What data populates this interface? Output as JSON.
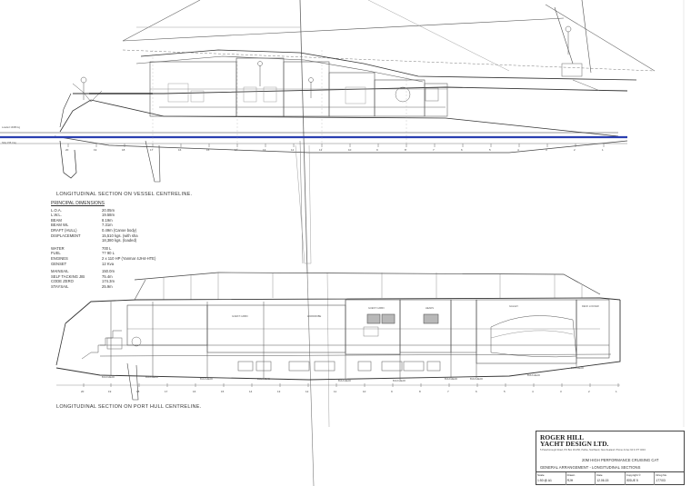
{
  "waterlines": {
    "loaded": "Loaded 19380 kg",
    "ship": "Ship 155.3 kg"
  },
  "sections": {
    "centreline_title": "LONGITUDINAL SECTION ON VESSEL CENTRELINE.",
    "port_hull_title": "LONGITUDINAL SECTION ON PORT HULL CENTRELINE."
  },
  "dimensions": {
    "heading": "PRINCIPAL DIMENSIONS",
    "rows": [
      {
        "key": "L.O.A.",
        "value": "20.05m"
      },
      {
        "key": "L.W.L.",
        "value": "19.58m"
      },
      {
        "key": "BEAM",
        "value": "8.19m"
      },
      {
        "key": "BEAM WL",
        "value": "7.31m"
      },
      {
        "key": "DRAFT (HULL)",
        "value": "0.49m (Canoe body)"
      },
      {
        "key": "DISPLACEMENT",
        "value": "15,510 kgs. (with sha"
      },
      {
        "key": "",
        "value": "18,380 kgs. (loaded)"
      },
      {
        "key": "WATER",
        "value": "700 L"
      },
      {
        "key": "FUEL",
        "value": "?? 90 L"
      },
      {
        "key": "ENGINES",
        "value": "2 x 110 HP (Yanmar 4JH4-HTE)"
      },
      {
        "key": "GENSET",
        "value": "12 Kva"
      },
      {
        "key": "MAINSAIL",
        "value": "150.0m"
      },
      {
        "key": "SELF TACKING JIB",
        "value": "75.4m"
      },
      {
        "key": "CODE ZERO",
        "value": "174.3m"
      },
      {
        "key": "STAYSAIL",
        "value": "25.9m"
      }
    ]
  },
  "room_labels": {
    "guest_cabin_fwd": "GUEST CABIN",
    "guest_cabin_mid": "GUEST CABIN",
    "heads": "HEADS",
    "wardrobe": "WARDROBE",
    "galley": "GALLEY",
    "deck_lazarette": "DECK LOCKER"
  },
  "stations_top": [
    "1",
    "2",
    "3",
    "4",
    "5",
    "6",
    "7",
    "8",
    "9",
    "10",
    "11",
    "12",
    "13",
    "14",
    "15",
    "16",
    "17",
    "18",
    "19",
    "20"
  ],
  "stations_bottom": [
    "1",
    "2",
    "3",
    "4",
    "5",
    "6",
    "7",
    "8",
    "9",
    "10",
    "11",
    "12",
    "13",
    "14",
    "15",
    "16",
    "17",
    "18",
    "19",
    "20"
  ],
  "bulkheads": [
    "BULKHEAD",
    "BULKHEAD",
    "BULKHEAD",
    "BULKHEAD",
    "BULKHEAD",
    "BULKHEAD",
    "BULKHEAD",
    "BULKHEAD",
    "BULKHEAD",
    "BULKHEAD"
  ],
  "title_block": {
    "firm_line1": "ROGER HILL",
    "firm_line2": "YACHT DESIGN LTD.",
    "address": "5 Peterborough Road, PO Box 30-056, Paihia, Northland, New Zealand. Phone & Fax 64 9 377 4034",
    "project": "20M HIGH PERFORMANCE CRUISING CAT",
    "drawing_title": "GENERAL ARRANGEMENT - LONGITUDINAL SECTIONS",
    "cells": [
      {
        "label": "Scale",
        "value": "1:50 @ A1"
      },
      {
        "label": "Drawn",
        "value": "RJH"
      },
      {
        "label": "Date",
        "value": "12.06.15"
      },
      {
        "label": "Copyright ©",
        "value": "ISSUE 5"
      },
      {
        "label": "Drwg No.",
        "value": "177/03"
      }
    ]
  }
}
